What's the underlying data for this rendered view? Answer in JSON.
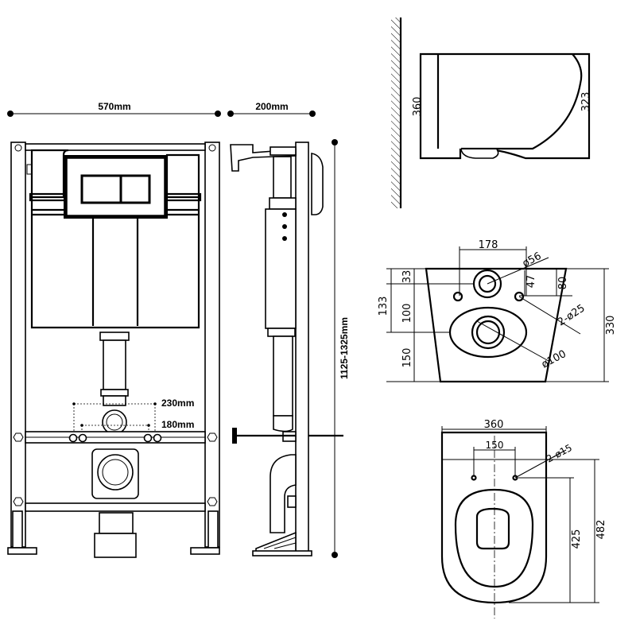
{
  "frame_dims": {
    "width": "570mm",
    "depth": "200mm",
    "height": "1125-1325mm",
    "bolt_spacing_outer": "230mm",
    "bolt_spacing_inner": "180mm"
  },
  "side_view": {
    "height": "360",
    "rim_height": "323"
  },
  "back_view": {
    "width_178": "178",
    "dia_56": "ø56",
    "dim_47": "47",
    "dim_80": "80",
    "dim_33": "33",
    "dim_133": "133",
    "dim_100": "100",
    "dim_150": "150",
    "dim_330": "330",
    "holes_25": "2-ø25",
    "dia_100": "ø100"
  },
  "top_view": {
    "width": "360",
    "hole_spacing": "150",
    "holes_15": "2-ø15",
    "dim_425": "425",
    "length": "482"
  },
  "colors": {
    "line": "#000000",
    "background": "#ffffff"
  }
}
